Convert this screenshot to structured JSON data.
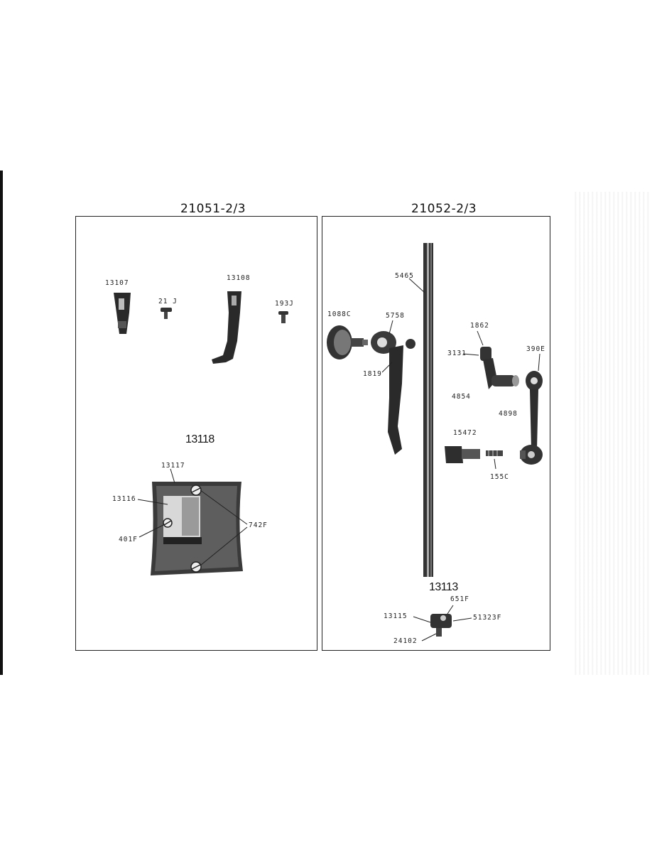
{
  "headings": {
    "left": "21051-2/3",
    "right": "21052-2/3"
  },
  "assemblies": {
    "plate": "13118",
    "bar": "13113"
  },
  "labels": {
    "p13107": "13107",
    "p21j": "21 J",
    "p13108": "13108",
    "p193j": "193J",
    "p13117": "13117",
    "p13116": "13116",
    "p401f": "401F",
    "p742f": "742F",
    "p5465": "5465",
    "p1088c": "1088C",
    "p5758": "5758",
    "p1819": "1819",
    "p1862": "1862",
    "p3131": "3131",
    "p390e": "390E",
    "p4854": "4854",
    "p4898": "4898",
    "p15472": "15472",
    "p155c": "155C",
    "p651f": "651F",
    "p13115": "13115",
    "p51323f": "51323F",
    "p24102": "24102"
  }
}
